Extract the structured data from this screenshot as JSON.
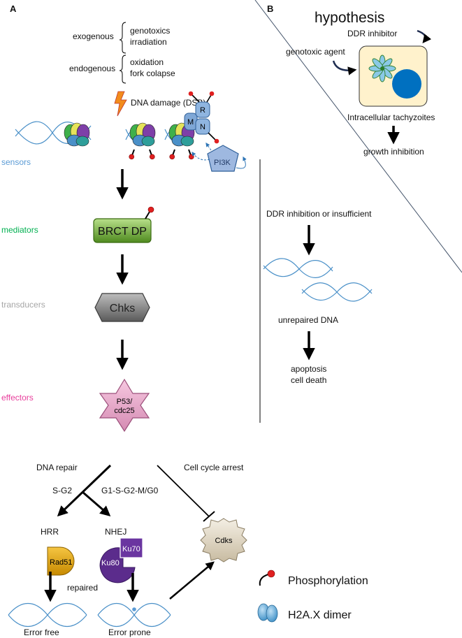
{
  "panels": {
    "a": "A",
    "b": "B"
  },
  "sources": {
    "exogenous": "exogenous",
    "genotoxics": "genotoxics",
    "irradiation": "irradiation",
    "endogenous": "endogenous",
    "oxidation": "oxidation",
    "fork_colapse": "fork colapse"
  },
  "damage": {
    "label": "DNA damage (DSB)"
  },
  "mrn": {
    "m": "M",
    "r": "R",
    "n": "N"
  },
  "pi3k": "PI3K",
  "cascade": {
    "sensors": "sensors",
    "mediators": "mediators",
    "transducers": "transducers",
    "effectors": "effectors",
    "brct": "BRCT DP",
    "chks": "Chks",
    "p53_line1": "P53/",
    "p53_line2": "cdc25"
  },
  "repair": {
    "dna_repair": "DNA repair",
    "cell_cycle_arrest": "Cell cycle arrest",
    "s_g2": "S-G2",
    "g1": "G1-S-G2-M/G0",
    "hrr": "HRR",
    "nhej": "NHEJ",
    "rad51": "Rad51",
    "ku70": "Ku70",
    "ku80": "Ku80",
    "cdks": "Cdks",
    "repaired": "repaired",
    "error_free": "Error free",
    "error_prone": "Error prone"
  },
  "legend": {
    "phosphorylation": "Phosphorylation",
    "h2ax": "H2A.X dimer"
  },
  "hypothesis": {
    "title": "hypothesis",
    "ddr_inhibitor": "DDR inhibitor",
    "genotoxic_agent": "genotoxic agent",
    "tachyzoites": "Intracellular tachyzoites",
    "growth_inhibition": "growth inhibition"
  },
  "outcome": {
    "ddr_insufficient": "DDR inhibition or insufficient",
    "unrepaired": "unrepaired  DNA",
    "apoptosis": "apoptosis",
    "cell_death": "cell death"
  },
  "colors": {
    "sensors": "#5b9bd5",
    "mediators": "#00b050",
    "transducers": "#a6a6a6",
    "effectors": "#e83e9c",
    "dna": "#4a90c8"
  }
}
